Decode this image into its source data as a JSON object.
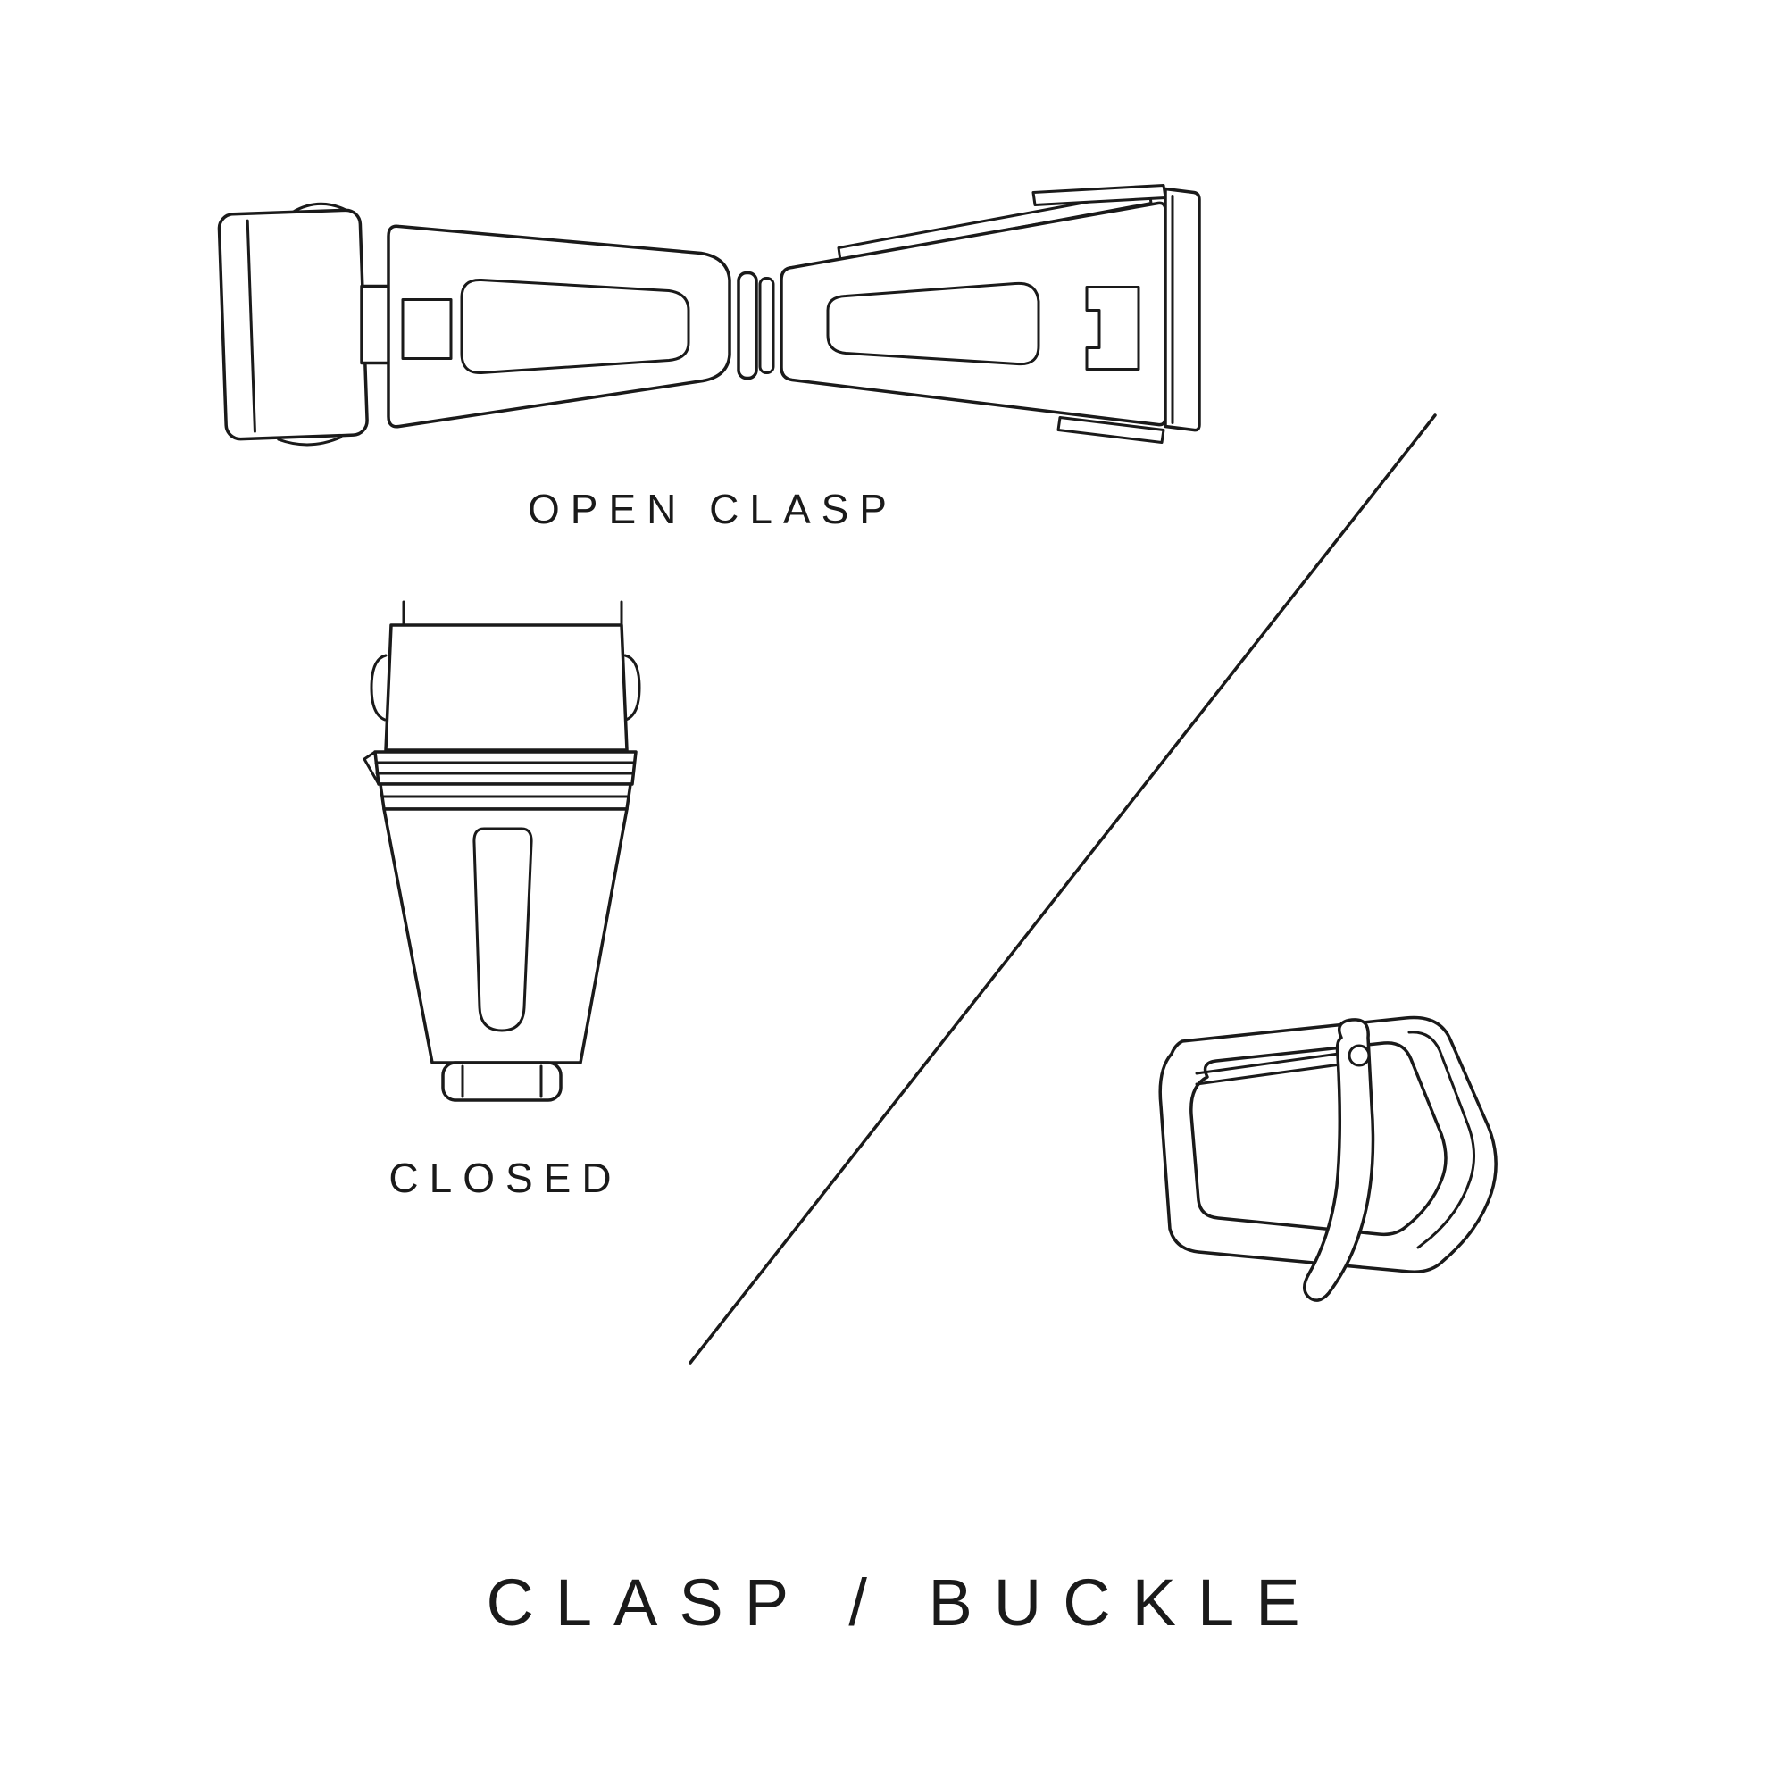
{
  "page": {
    "title": "CLASP / BUCKLE",
    "background_color": "#ffffff",
    "line_color": "#1a1a1a"
  },
  "figures": [
    {
      "name": "open-clasp",
      "label": "OPEN CLASP"
    },
    {
      "name": "closed-clasp",
      "label": "CLOSED"
    },
    {
      "name": "buckle",
      "label": ""
    }
  ]
}
